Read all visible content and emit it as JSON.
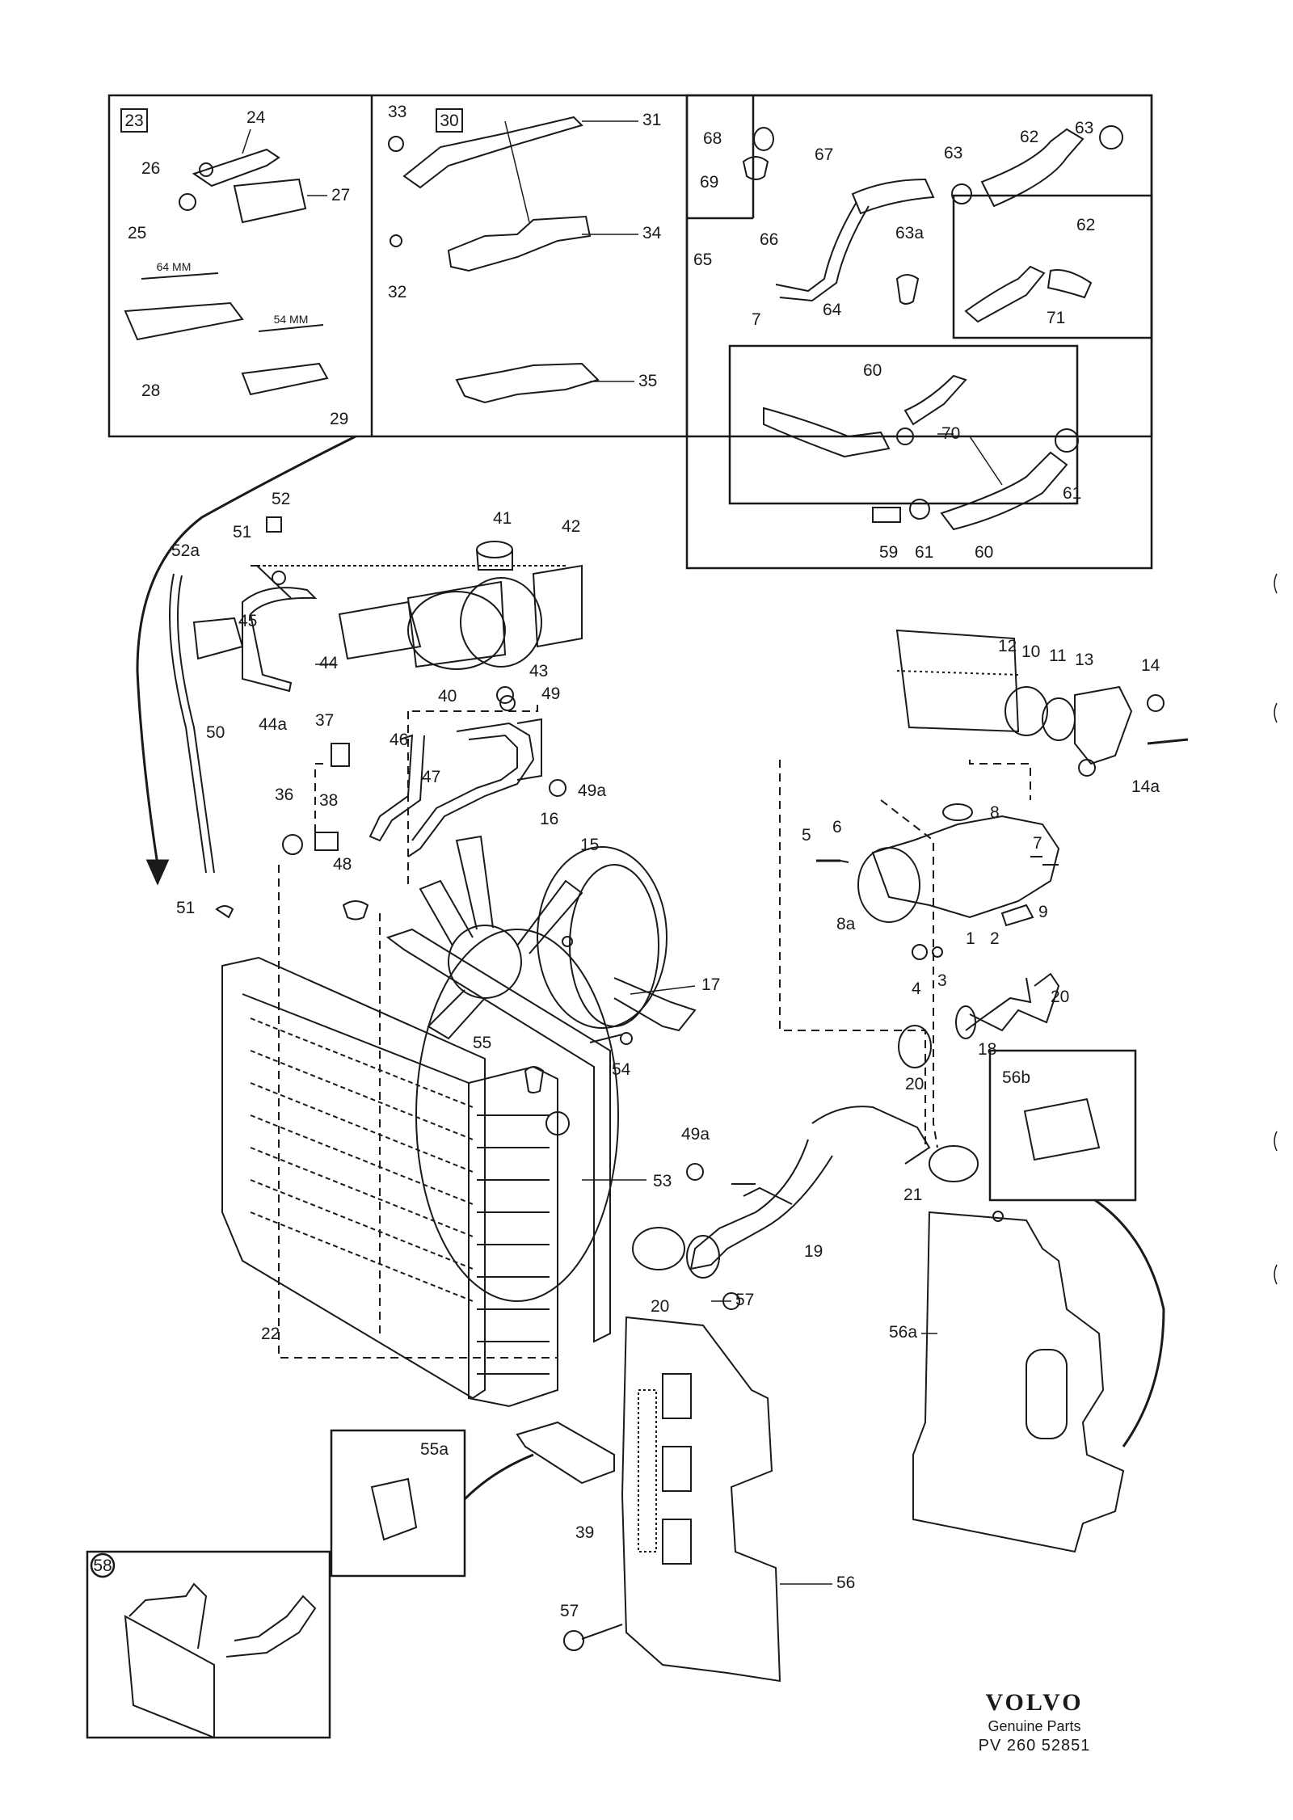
{
  "brand": {
    "logo": "VOLVO",
    "subtitle": "Genuine Parts",
    "reference": "PV 260  52851"
  },
  "boxes": {
    "b23": "23",
    "b30": "30",
    "b58": "58"
  },
  "dimensions": {
    "d64": "64 MM",
    "d54": "54 MM"
  },
  "callouts": {
    "c24": "24",
    "c26": "26",
    "c27": "27",
    "c25": "25",
    "c28": "28",
    "c29": "29",
    "c33": "33",
    "c31": "31",
    "c34": "34",
    "c32": "32",
    "c35": "35",
    "c68": "68",
    "c69": "69",
    "c67": "67",
    "c63top": "63",
    "c62top": "62",
    "c63r": "63",
    "c65": "65",
    "c66": "66",
    "c7a": "7",
    "c64": "64",
    "c63a": "63a",
    "c62b": "62",
    "c71": "71",
    "c60a": "60",
    "c70": "70",
    "c61r": "61",
    "c59": "59",
    "c61b": "61",
    "c60b": "60",
    "c52": "52",
    "c52a": "52a",
    "c51": "51",
    "c41": "41",
    "c42": "42",
    "c45": "45",
    "c44": "44",
    "c44a": "44a",
    "c40": "40",
    "c43": "43",
    "c49": "49",
    "c50": "50",
    "c37": "37",
    "c46": "46",
    "c47": "47",
    "c49a": "49a",
    "c36": "36",
    "c38": "38",
    "c48": "48",
    "c16": "16",
    "c15": "15",
    "c51b": "51",
    "c12": "12",
    "c10": "10",
    "c11": "11",
    "c13": "13",
    "c14": "14",
    "c14a": "14a",
    "c8": "8",
    "c5": "5",
    "c6": "6",
    "c7b": "7",
    "c9": "9",
    "c8a": "8a",
    "c2": "2",
    "c4": "4",
    "c3": "3",
    "c1": "1",
    "c20r": "20",
    "c18": "18",
    "c20c": "20",
    "c17": "17",
    "c55": "55",
    "c54": "54",
    "c56b": "56b",
    "c49a2": "49a",
    "c53": "53",
    "c21": "21",
    "c19": "19",
    "c20b": "20",
    "c57": "57",
    "c22": "22",
    "c56a": "56a",
    "c55a": "55a",
    "c39": "39",
    "c56": "56",
    "c57b": "57"
  }
}
